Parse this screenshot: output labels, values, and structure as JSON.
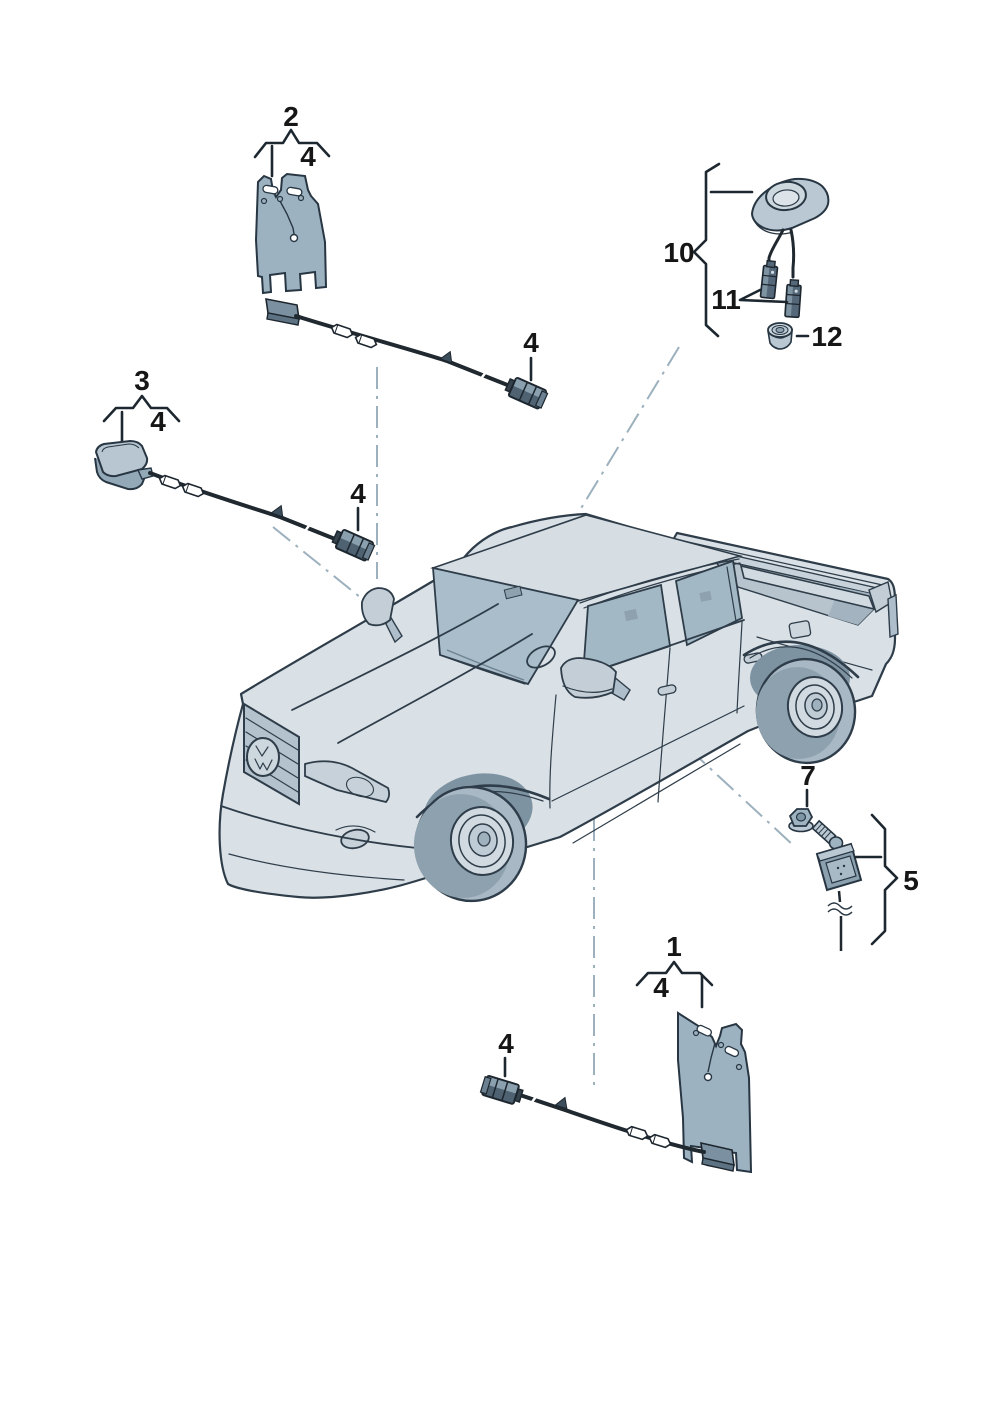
{
  "diagram": {
    "colors": {
      "background": "#ffffff",
      "outline": "#2e3d49",
      "body_light": "#d9e0e6",
      "glass": "#a9bdca",
      "part_fill": "#9db2c0",
      "part_dark": "#7b91a1",
      "cable": "#20292f",
      "leader_line": "#9cb0bd",
      "label_text": "#161616"
    },
    "callouts": {
      "part1": {
        "number": "1",
        "variant": "4"
      },
      "part2": {
        "number": "2",
        "variant": "4"
      },
      "part3": {
        "number": "3",
        "variant": "4"
      },
      "part5": {
        "number": "5"
      },
      "part7": {
        "number": "7"
      },
      "part10": {
        "number": "10"
      },
      "part11": {
        "number": "11"
      },
      "part12": {
        "number": "12"
      },
      "connector_top": {
        "number": "4"
      },
      "connector_middle": {
        "number": "4"
      },
      "connector_bottom": {
        "number": "4"
      }
    }
  }
}
